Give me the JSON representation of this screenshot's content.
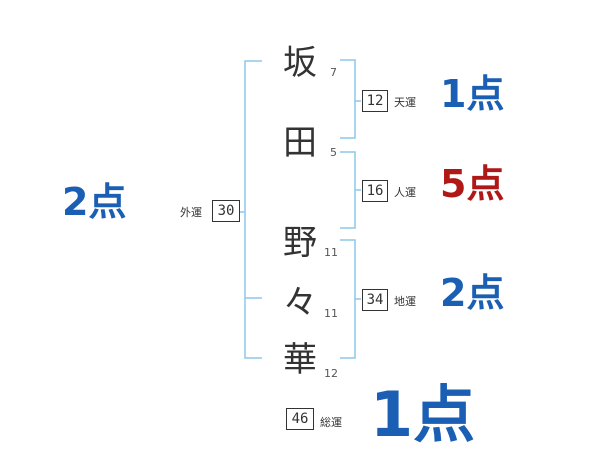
{
  "name_chars": [
    {
      "char": "坂",
      "strokes": "7"
    },
    {
      "char": "田",
      "strokes": "5"
    },
    {
      "char": "野",
      "strokes": "11"
    },
    {
      "char": "々",
      "strokes": "11"
    },
    {
      "char": "華",
      "strokes": "12"
    }
  ],
  "tenkaku": {
    "value": "12",
    "label": "天運",
    "score": "1点",
    "score_value": 1
  },
  "jinkaku": {
    "value": "16",
    "label": "人運",
    "score": "5点",
    "score_value": 5
  },
  "chikaku": {
    "value": "34",
    "label": "地運",
    "score": "2点",
    "score_value": 2
  },
  "gaikaku": {
    "value": "30",
    "label": "外運",
    "score": "2点",
    "score_value": 2
  },
  "soukaku": {
    "value": "46",
    "label": "総運",
    "score": "1点",
    "score_value": 1
  },
  "colors": {
    "bracket": "#8ec7e8",
    "score_blue": "#1a5fb4",
    "score_red": "#b01818",
    "box_border": "#333333"
  }
}
